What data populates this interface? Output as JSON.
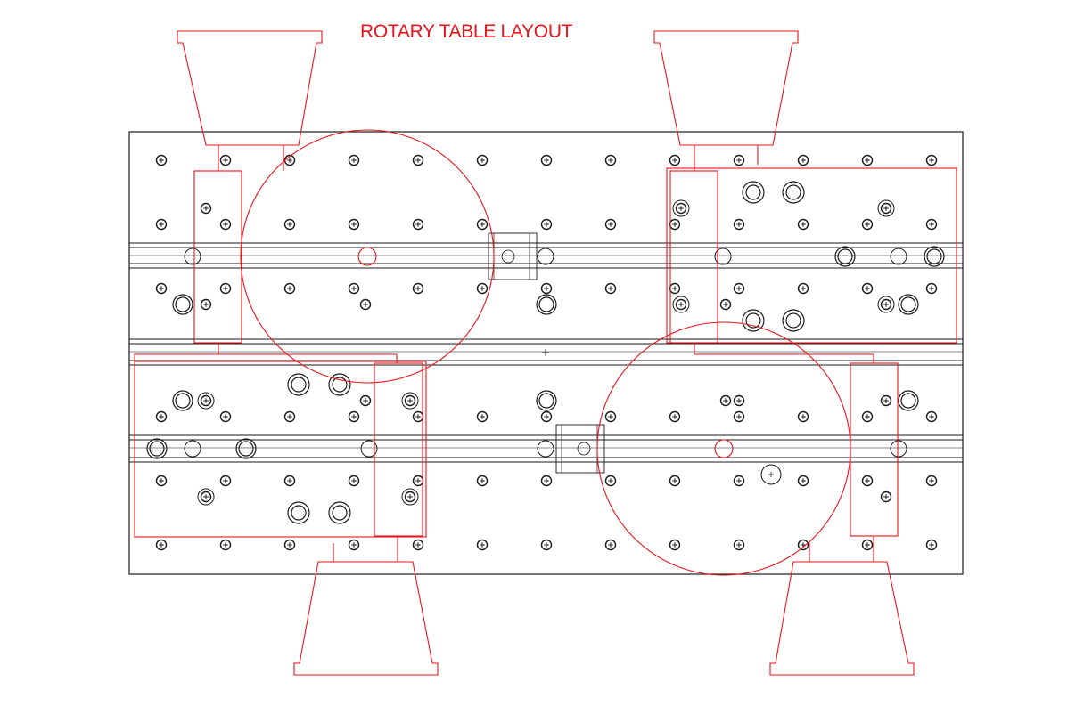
{
  "diagram": {
    "title": "ROTARY TABLE LAYOUT",
    "colors": {
      "annotation": "#e8141c",
      "linework": "#1a1a1a",
      "background": "#ffffff"
    },
    "icons": {
      "tapped_hole": "circle-crosshair",
      "counterbored_hole": "double-circle",
      "rotary_table": "large-circle",
      "fixture_clamp": "tapered-block"
    }
  }
}
